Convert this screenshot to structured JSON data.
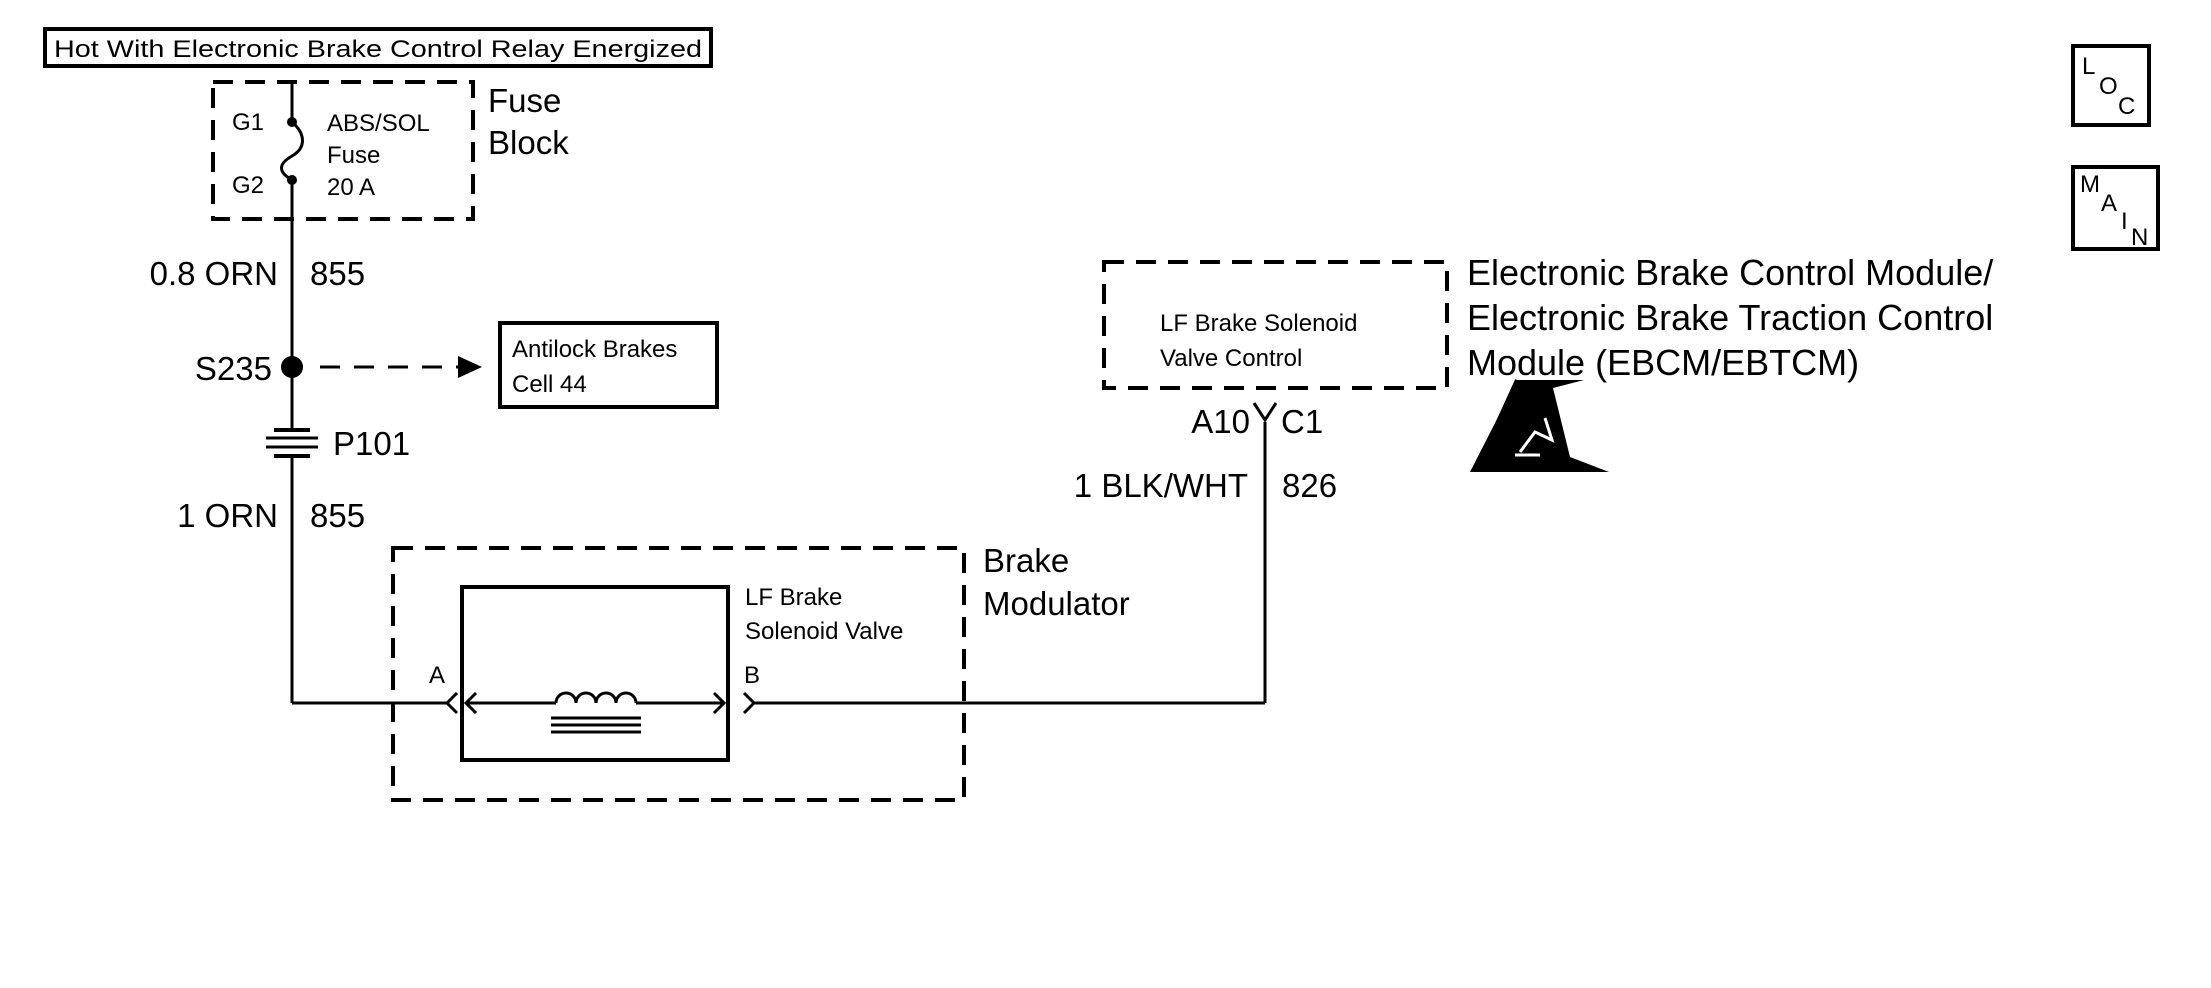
{
  "header": {
    "label": "Hot With Electronic Brake Control Relay Energized"
  },
  "fuse_block": {
    "title_line1": "Fuse",
    "title_line2": "Block",
    "terminal_g1": "G1",
    "terminal_g2": "G2",
    "fuse_line1": "ABS/SOL",
    "fuse_line2": "Fuse",
    "fuse_line3": "20 A"
  },
  "wire_upper": {
    "gauge_color": "0.8 ORN",
    "circuit": "855"
  },
  "splice": {
    "label": "S235"
  },
  "reference_box": {
    "line1": "Antilock Brakes",
    "line2": "Cell 44"
  },
  "connector": {
    "label": "P101"
  },
  "wire_lower": {
    "gauge_color": "1 ORN",
    "circuit": "855"
  },
  "modulator": {
    "title_line1": "Brake",
    "title_line2": "Modulator",
    "valve_line1": "LF Brake",
    "valve_line2": "Solenoid Valve",
    "terminal_a": "A",
    "terminal_b": "B"
  },
  "ebcm": {
    "inner_line1": "LF Brake Solenoid",
    "inner_line2": "Valve Control",
    "title_line1": "Electronic Brake Control Module/",
    "title_line2": "Electronic Brake Traction Control",
    "title_line3": "Module (EBCM/EBTCM)",
    "pin": "A10",
    "connector": "C1"
  },
  "wire_right": {
    "gauge_color": "1 BLK/WHT",
    "circuit": "826"
  },
  "nav": {
    "loc": {
      "l1": "L",
      "l2": "O",
      "l3": "C"
    },
    "main": {
      "l1": "M",
      "l2": "A",
      "l3": "I",
      "l4": "N"
    }
  },
  "icons": {
    "esd": "esd-warning-icon",
    "fuse": "fuse-icon",
    "coil": "solenoid-coil-icon"
  }
}
